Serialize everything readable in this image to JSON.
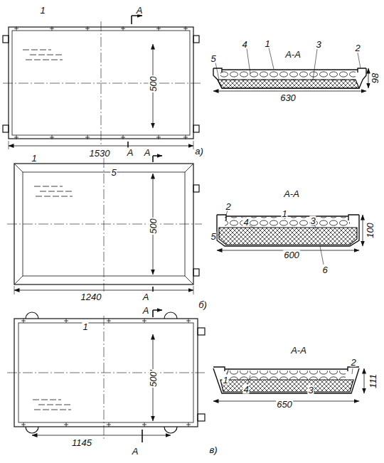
{
  "diagram": {
    "labels": [
      "1",
      "А",
      "500",
      "1530",
      "А",
      "а)",
      "А-А",
      "4",
      "1",
      "3",
      "2",
      "5",
      "98",
      "630",
      "1",
      "5",
      "А",
      "500",
      "1240",
      "А",
      "б)",
      "А-А",
      "2",
      "4",
      "1",
      "3",
      "5",
      "100",
      "600",
      "6",
      "А",
      "1",
      "500'",
      "1145",
      "А",
      "в)",
      "А-А",
      "1",
      "4",
      "3",
      "2",
      "111",
      "650"
    ]
  }
}
